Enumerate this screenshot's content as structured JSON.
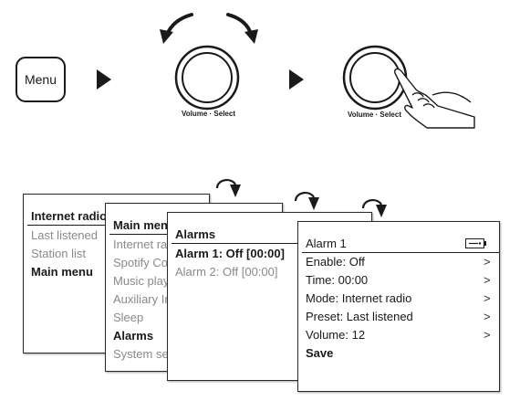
{
  "top": {
    "menu_button_label": "Menu",
    "knob_label_1": "Volume · Select",
    "knob_label_2": "Volume · Select"
  },
  "screens": {
    "main": {
      "title": "Internet radio",
      "items": [
        "Last listened",
        "Station list",
        "Main menu"
      ]
    },
    "mainmenu": {
      "title": "Main menu",
      "items": [
        "Internet radio",
        "Spotify Connect",
        "Music player",
        "Auxiliary In",
        "Sleep",
        "Alarms",
        "System settings"
      ]
    },
    "alarms": {
      "title": "Alarms",
      "items": [
        "Alarm 1: Off [00:00]",
        "Alarm 2: Off [00:00]"
      ]
    },
    "alarm1": {
      "title": "Alarm 1",
      "items": [
        "Enable: Off",
        "Time: 00:00",
        "Mode: Internet radio",
        "Preset: Last listened",
        "Volume: 12",
        "Save"
      ],
      "chevron": ">"
    }
  }
}
